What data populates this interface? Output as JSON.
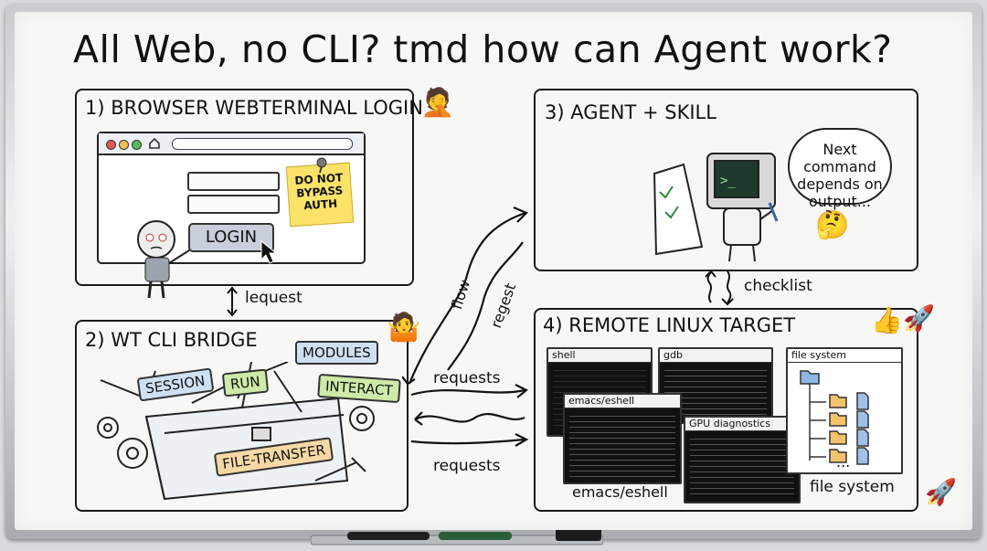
{
  "title": "All Web, no CLI? tmd how can Agent work?",
  "panels": {
    "p1": {
      "title": "1) BROWSER WEBTERMINAL LOGIN",
      "sticky_note": [
        "DO NOT",
        "BYPASS",
        "AUTH"
      ],
      "login_button": "LOGIN"
    },
    "p2": {
      "title": "2) WT CLI BRIDGE",
      "chips": {
        "session": "SESSION",
        "run": "RUN",
        "modules": "MODULES",
        "interact": "INTERACT",
        "file_transfer": "FILE-TRANSFER"
      }
    },
    "p3": {
      "title": "3) AGENT + SKILL",
      "bubble": [
        "Next command",
        "depends on",
        "output..."
      ]
    },
    "p4": {
      "title": "4) REMOTE LINUX TARGET",
      "windows": {
        "shell": "shell",
        "gdb": "gdb",
        "emacs_bar": "emacs/eshell",
        "gpu": "GPU diagnostics",
        "fs_bar": "file system"
      },
      "captions": {
        "emacs": "emacs/eshell",
        "fs": "file system"
      },
      "fs_ellipsis": "..."
    }
  },
  "connectors": {
    "p1_p2": "lequest",
    "p3_p4": "checklist",
    "flow": "flow",
    "regest": "regest",
    "requests_top": "requests",
    "requests_bottom": "requests"
  },
  "icons": [
    "facepalm-emoji",
    "shrug-emoji",
    "thinking-emoji",
    "thumbs-up-emoji",
    "rocket-emoji",
    "gear-icon",
    "wrench-icon",
    "hammer-icon",
    "pin-icon",
    "cursor-icon",
    "folder-icon",
    "file-icon"
  ],
  "colors": {
    "ink": "#1a1a1a",
    "sticky": "#fbe36a",
    "chip_blue": "#cfe0f3",
    "chip_green": "#cdeaa8",
    "chip_orange": "#f6d9a4",
    "terminal": "#111111"
  }
}
